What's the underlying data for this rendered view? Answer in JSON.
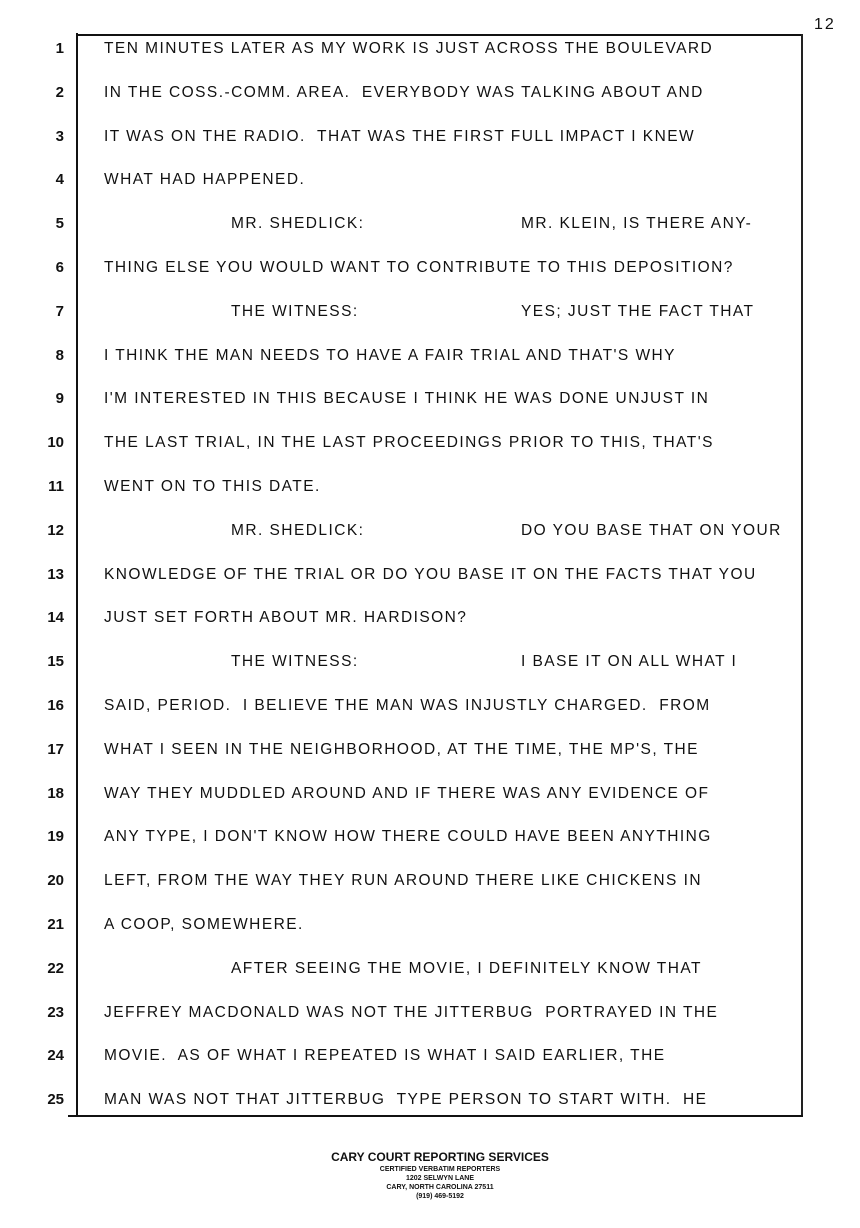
{
  "page_number": "12",
  "lines": [
    {
      "n": "1",
      "type": "plain",
      "text": "TEN MINUTES LATER AS MY WORK IS JUST ACROSS THE BOULEVARD"
    },
    {
      "n": "2",
      "type": "plain",
      "text": "IN THE COSS.-COMM. AREA.  EVERYBODY WAS TALKING ABOUT AND"
    },
    {
      "n": "3",
      "type": "plain",
      "text": "IT WAS ON THE RADIO.  THAT WAS THE FIRST FULL IMPACT I KNEW"
    },
    {
      "n": "4",
      "type": "plain",
      "text": "WHAT HAD HAPPENED."
    },
    {
      "n": "5",
      "type": "speaker",
      "speaker": "MR. SHEDLICK:",
      "text": "MR. KLEIN, IS THERE ANY-"
    },
    {
      "n": "6",
      "type": "plain",
      "text": "THING ELSE YOU WOULD WANT TO CONTRIBUTE TO THIS DEPOSITION?"
    },
    {
      "n": "7",
      "type": "speaker",
      "speaker": "THE WITNESS:",
      "text": "YES; JUST THE FACT THAT"
    },
    {
      "n": "8",
      "type": "plain",
      "text": "I THINK THE MAN NEEDS TO HAVE A FAIR TRIAL AND THAT'S WHY"
    },
    {
      "n": "9",
      "type": "plain",
      "text": "I'M INTERESTED IN THIS BECAUSE I THINK HE WAS DONE UNJUST IN"
    },
    {
      "n": "10",
      "type": "plain",
      "text": "THE LAST TRIAL, IN THE LAST PROCEEDINGS PRIOR TO THIS, THAT'S"
    },
    {
      "n": "11",
      "type": "plain",
      "text": "WENT ON TO THIS DATE."
    },
    {
      "n": "12",
      "type": "speaker",
      "speaker": "MR. SHEDLICK:",
      "text": "DO YOU BASE THAT ON YOUR"
    },
    {
      "n": "13",
      "type": "plain",
      "text": "KNOWLEDGE OF THE TRIAL OR DO YOU BASE IT ON THE FACTS THAT YOU"
    },
    {
      "n": "14",
      "type": "plain",
      "text": "JUST SET FORTH ABOUT MR. HARDISON?"
    },
    {
      "n": "15",
      "type": "speaker",
      "speaker": "THE WITNESS:",
      "text": "I BASE IT ON ALL WHAT I"
    },
    {
      "n": "16",
      "type": "plain",
      "text": "SAID, PERIOD.  I BELIEVE THE MAN WAS INJUSTLY CHARGED.  FROM"
    },
    {
      "n": "17",
      "type": "plain",
      "text": "WHAT I SEEN IN THE NEIGHBORHOOD, AT THE TIME, THE MP'S, THE"
    },
    {
      "n": "18",
      "type": "plain",
      "text": "WAY THEY MUDDLED AROUND AND IF THERE WAS ANY EVIDENCE OF"
    },
    {
      "n": "19",
      "type": "plain",
      "text": "ANY TYPE, I DON'T KNOW HOW THERE COULD HAVE BEEN ANYTHING"
    },
    {
      "n": "20",
      "type": "plain",
      "text": "LEFT, FROM THE WAY THEY RUN AROUND THERE LIKE CHICKENS IN"
    },
    {
      "n": "21",
      "type": "plain",
      "text": "A COOP, SOMEWHERE."
    },
    {
      "n": "22",
      "type": "para",
      "text": "AFTER SEEING THE MOVIE, I DEFINITELY KNOW THAT"
    },
    {
      "n": "23",
      "type": "plain",
      "text": "JEFFREY MACDONALD WAS NOT THE JITTERBUG  PORTRAYED IN THE"
    },
    {
      "n": "24",
      "type": "plain",
      "text": "MOVIE.  AS OF WHAT I REPEATED IS WHAT I SAID EARLIER, THE"
    },
    {
      "n": "25",
      "type": "plain",
      "text": "MAN WAS NOT THAT JITTERBUG  TYPE PERSON TO START WITH.  HE"
    }
  ],
  "footer": {
    "company": "CARY COURT REPORTING SERVICES",
    "tagline": "CERTIFIED VERBATIM REPORTERS",
    "address": "1202 SELWYN LANE",
    "city": "CARY, NORTH CAROLINA  27511",
    "phone": "(919) 469-5192"
  }
}
